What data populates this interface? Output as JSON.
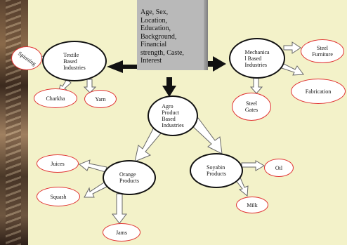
{
  "center": {
    "lines": [
      "Age, Sex,",
      "Location,",
      "Education,",
      "Background,",
      "Financial",
      "strength, Caste,",
      "Interest"
    ]
  },
  "hubs": {
    "textile": [
      "Textile",
      "Based",
      "Industries"
    ],
    "mechanical": [
      "Mechanica",
      "l Based",
      "Industries"
    ],
    "agro": [
      "Agro",
      "Product",
      "Based",
      "Industries"
    ],
    "orange": [
      "Orange",
      "Products"
    ],
    "soyabin": [
      "Soyabin",
      "Products"
    ]
  },
  "leaves": {
    "spinning": "Spinning",
    "charkha": "Charkha",
    "yarn": "Yarn",
    "steel_furniture": [
      "Steel",
      "Furniture"
    ],
    "fabrication": "Fabrication",
    "steel_gates": [
      "Steel",
      "Gates"
    ],
    "juices": "Juices",
    "squash": "Squash",
    "jams": "Jams",
    "oil": "Oil",
    "milk": "Milk"
  },
  "colors": {
    "background": "#f3f2c9",
    "box": "#b9b9b9",
    "leaf_border": "#e03030",
    "hub_border": "#111111",
    "arrow": "#111111"
  }
}
